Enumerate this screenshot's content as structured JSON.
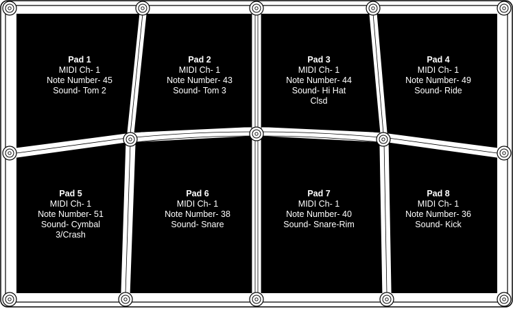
{
  "colors": {
    "pad_fill": "#000000",
    "frame": "#ffffff",
    "stroke": "#000000",
    "text": "#ffffff"
  },
  "pads": [
    {
      "title": "Pad 1",
      "midi": "MIDI Ch- 1",
      "note": "Note Number- 45",
      "sound": "Sound- Tom 2",
      "sound2": ""
    },
    {
      "title": "Pad 2",
      "midi": "MIDI Ch- 1",
      "note": "Note Number- 43",
      "sound": "Sound-  Tom 3",
      "sound2": ""
    },
    {
      "title": "Pad 3",
      "midi": "MIDI Ch- 1",
      "note": "Note Number- 44",
      "sound": "Sound-  Hi Hat",
      "sound2": "Clsd"
    },
    {
      "title": "Pad 4",
      "midi": "MIDI Ch- 1",
      "note": "Note Number- 49",
      "sound": "Sound- Ride",
      "sound2": ""
    },
    {
      "title": "Pad 5",
      "midi": "MIDI Ch- 1",
      "note": "Note Number- 51",
      "sound": "Sound- Cymbal",
      "sound2": "3/Crash"
    },
    {
      "title": "Pad 6",
      "midi": "MIDI Ch- 1",
      "note": "Note Number- 38",
      "sound": "Sound- Snare",
      "sound2": ""
    },
    {
      "title": "Pad 7",
      "midi": "MIDI Ch- 1",
      "note": "Note Number- 40",
      "sound": "Sound- Snare-Rim",
      "sound2": ""
    },
    {
      "title": "Pad 8",
      "midi": "MIDI Ch- 1",
      "note": "Note Number- 36",
      "sound": "Sound- Kick",
      "sound2": ""
    }
  ]
}
